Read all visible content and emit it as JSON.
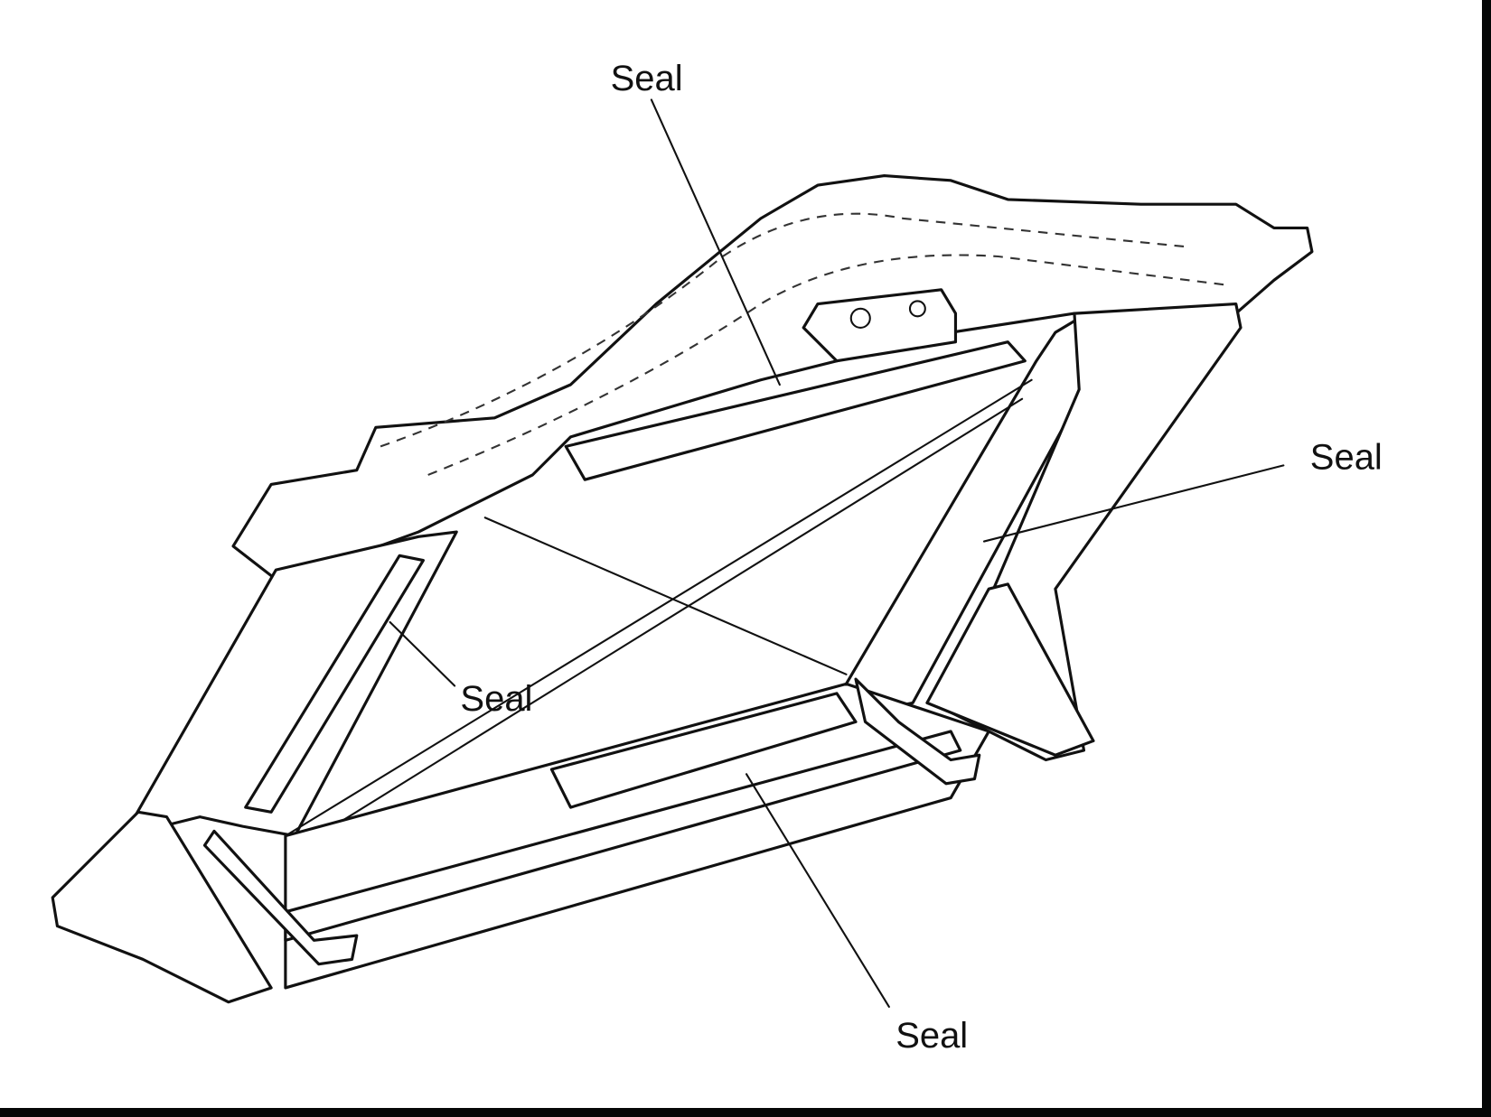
{
  "diagram": {
    "labels": {
      "top": "Seal",
      "right": "Seal",
      "middle": "Seal",
      "bottom": "Seal"
    },
    "colors": {
      "ink": "#111111",
      "border": "#050707",
      "background": "#ffffff"
    }
  }
}
